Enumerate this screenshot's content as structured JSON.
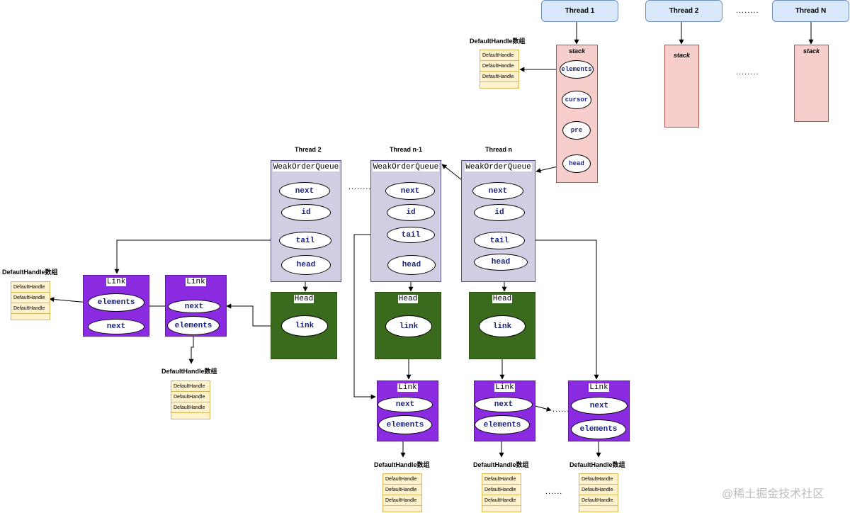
{
  "threads": {
    "t1": "Thread 1",
    "t2": "Thread 2",
    "tn": "Thread N",
    "ellipsis": "........"
  },
  "stack": {
    "title": "stack",
    "fields": [
      "elements",
      "cursor",
      "pre",
      "head"
    ],
    "ellipsis": "........"
  },
  "queue_threads": {
    "q1": "Thread 2",
    "q2": "Thread n-1",
    "q3": "Thread n",
    "ellipsis": "........"
  },
  "weak_order_queue": {
    "title": "WeakOrderQueue",
    "fields": [
      "next",
      "id",
      "tail",
      "head"
    ]
  },
  "head_node": {
    "title": "Head",
    "field": "link"
  },
  "link_node": {
    "title": "Link",
    "field_elements": "elements",
    "field_next": "next"
  },
  "array": {
    "label": "DefaultHandle数组",
    "item": "DefaultHandle",
    "ellipsis": "......"
  },
  "link_chain_ellipsis": "........",
  "watermark": "@稀土掘金技术社区",
  "colors": {
    "thread": "#dae8fc",
    "stack": "#f8cecc",
    "weak_order_queue": "#d0cee2",
    "head": "#3a6b1c",
    "link": "#8a2be2",
    "array": "#fff2cc"
  }
}
